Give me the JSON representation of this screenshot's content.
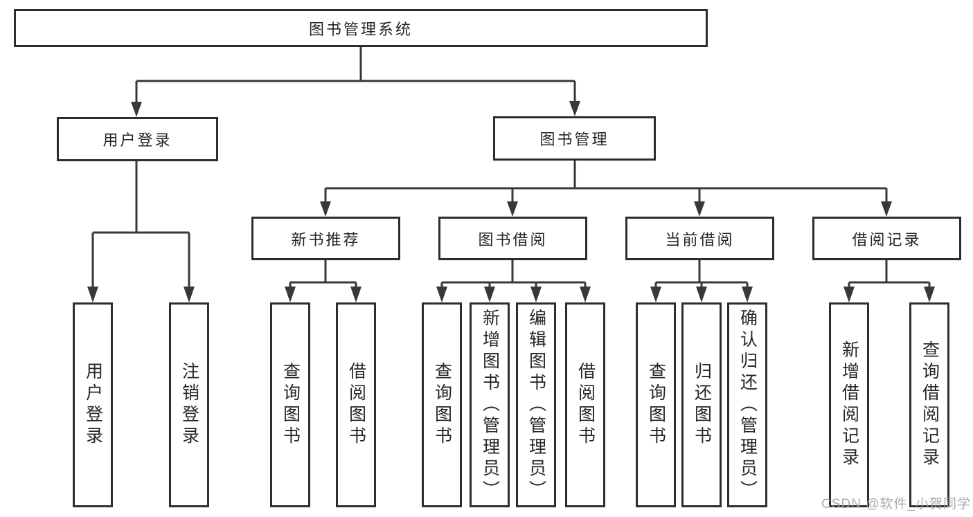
{
  "tree": {
    "root": {
      "label": "图书管理系统"
    },
    "branches": [
      {
        "label": "用户登录",
        "children": [
          {
            "label": "用户登录"
          },
          {
            "label": "注销登录"
          }
        ]
      },
      {
        "label": "图书管理",
        "children": [
          {
            "label": "新书推荐",
            "children": [
              {
                "label": "查询图书"
              },
              {
                "label": "借阅图书"
              }
            ]
          },
          {
            "label": "图书借阅",
            "children": [
              {
                "label": "查询图书"
              },
              {
                "label": "新增图书（管理员）"
              },
              {
                "label": "编辑图书（管理员）"
              },
              {
                "label": "借阅图书"
              }
            ]
          },
          {
            "label": "当前借阅",
            "children": [
              {
                "label": "查询图书"
              },
              {
                "label": "归还图书"
              },
              {
                "label": "确认归还（管理员）"
              }
            ]
          },
          {
            "label": "借阅记录",
            "children": [
              {
                "label": "新增借阅记录"
              },
              {
                "label": "查询借阅记录"
              }
            ]
          }
        ]
      }
    ]
  },
  "watermark": "CSDN @软件_小贺同学",
  "colors": {
    "line": "#383838",
    "box_border": "#2d2d2d",
    "text": "#262626",
    "watermark": "#a4a4a4",
    "background": "#ffffff"
  }
}
